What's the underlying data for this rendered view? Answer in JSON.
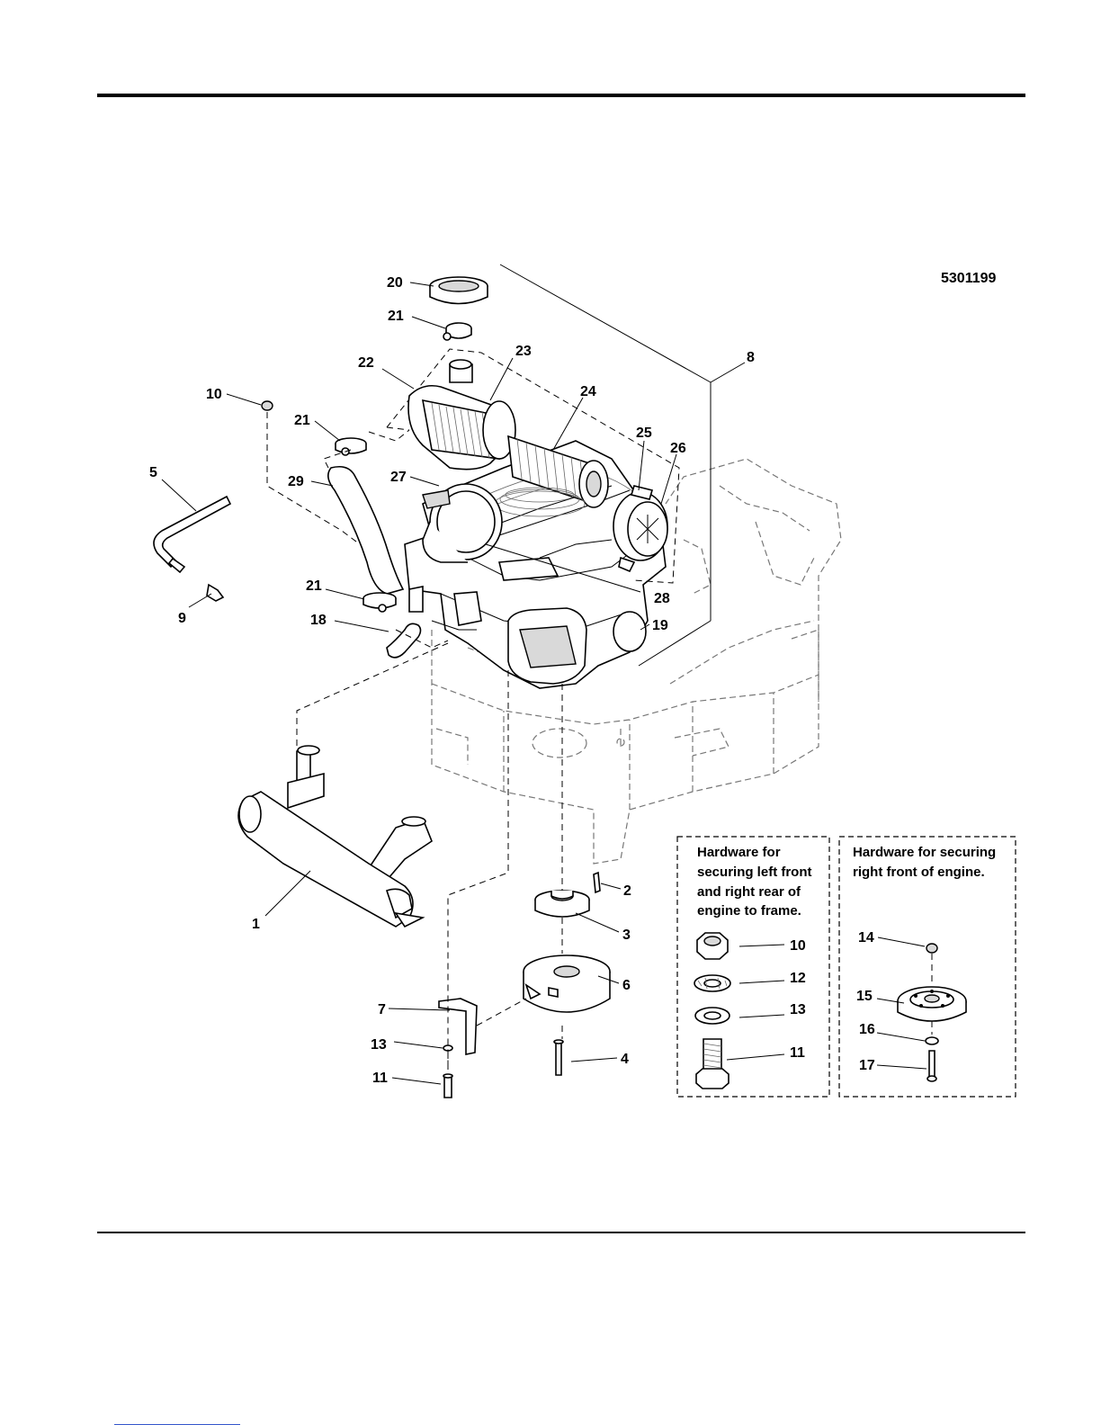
{
  "figure_number": "5301199",
  "callouts": [
    "1",
    "2",
    "3",
    "4",
    "5",
    "6",
    "7",
    "8",
    "9",
    "10",
    "11",
    "12",
    "13",
    "14",
    "15",
    "16",
    "17",
    "18",
    "19",
    "20",
    "21",
    "22",
    "23",
    "24",
    "25",
    "26",
    "27",
    "28",
    "29"
  ],
  "hardware_boxes": [
    {
      "title_lines": [
        "Hardware for",
        "securing left front",
        "and right rear of",
        "engine to frame."
      ],
      "items": [
        "10",
        "12",
        "13",
        "11"
      ]
    },
    {
      "title_lines": [
        "Hardware for securing",
        "right front of engine."
      ],
      "items": [
        "14",
        "15",
        "16",
        "17"
      ]
    }
  ]
}
